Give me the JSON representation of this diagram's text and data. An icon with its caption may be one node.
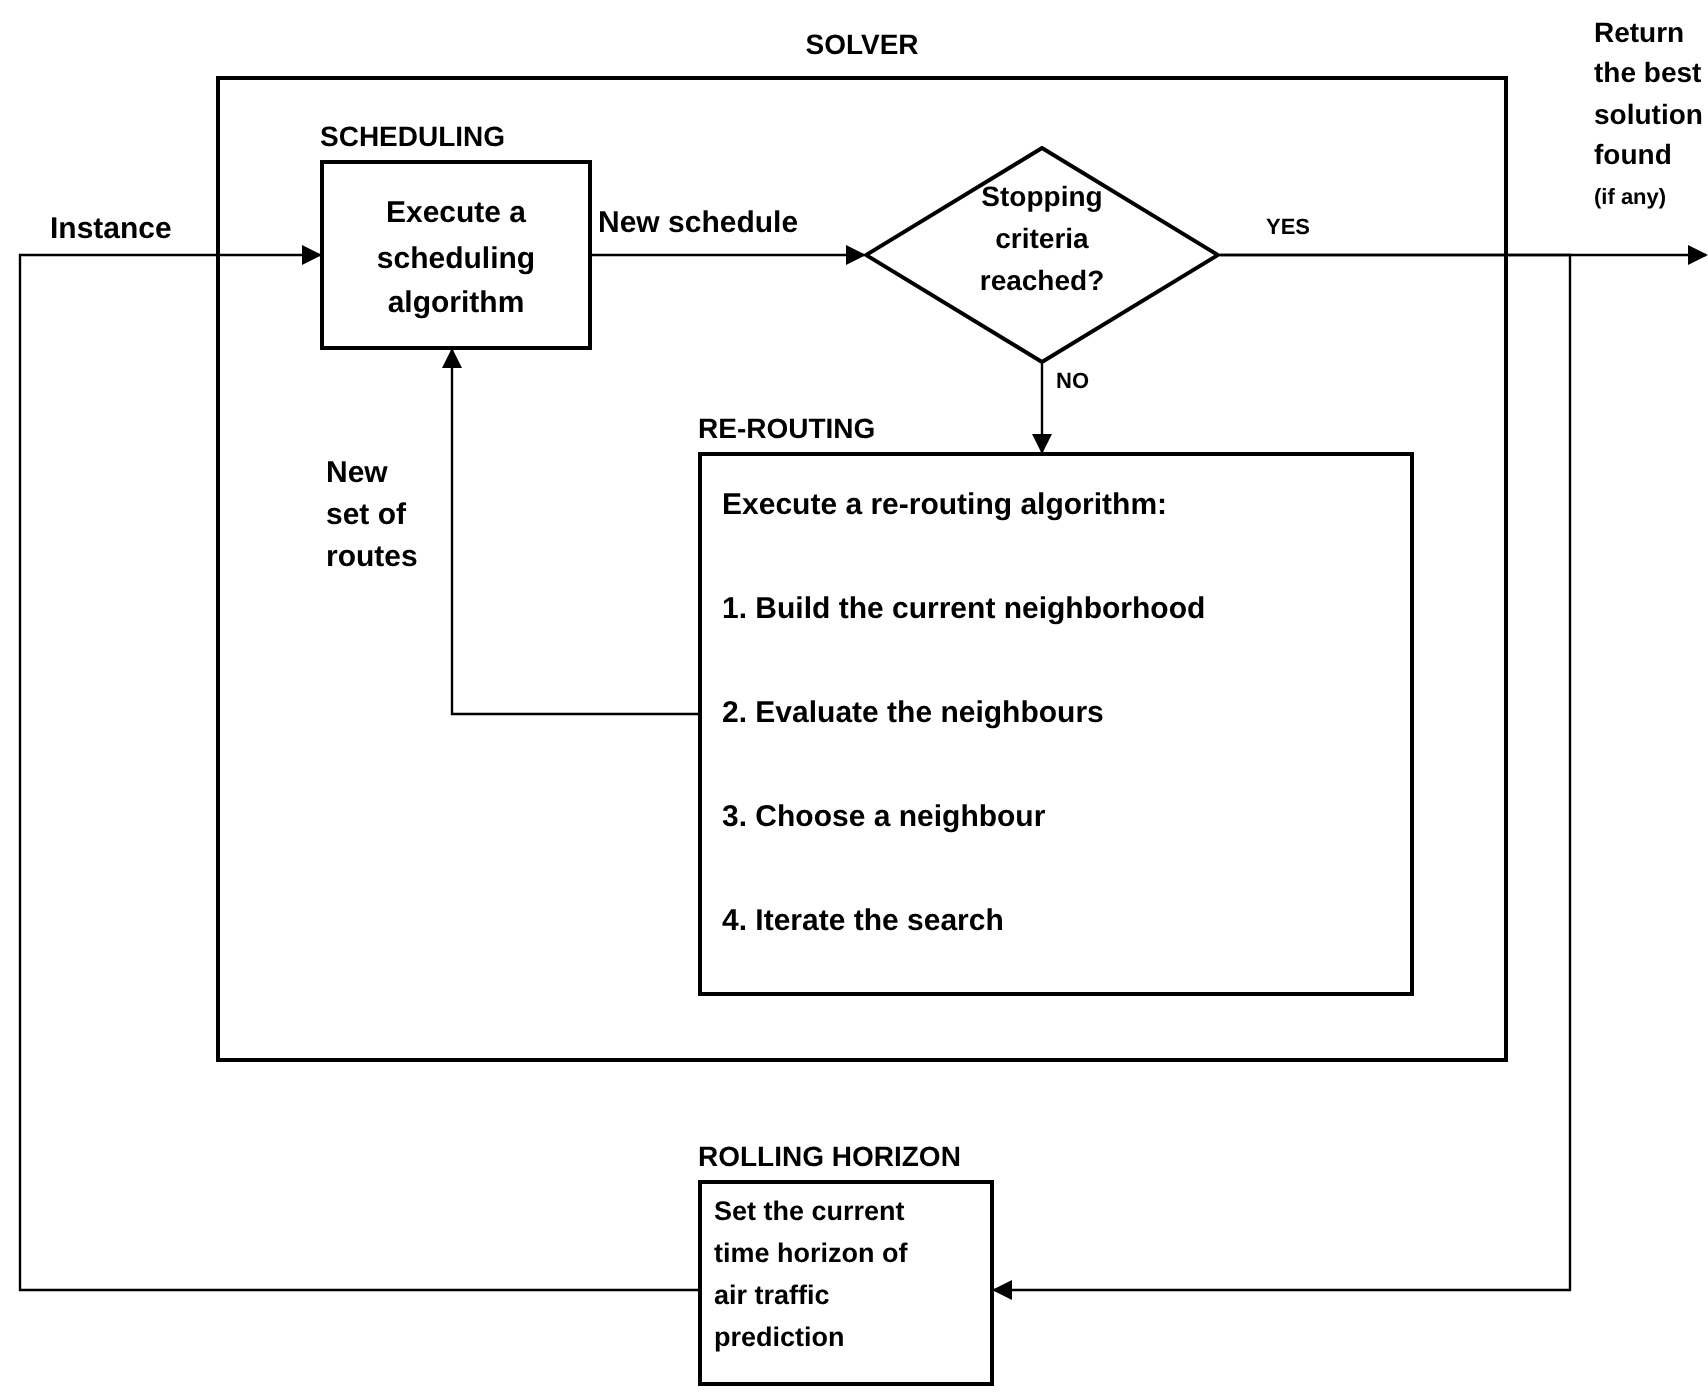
{
  "diagram": {
    "nodes": [
      {
        "text": [
          "SOLVER"
        ]
      },
      {
        "text": [
          "SCHEDULING",
          "Execute a scheduling algorithm"
        ],
        "in": 0
      },
      {
        "text": [
          "Stopping criteria reached?"
        ],
        "in": 0
      },
      {
        "text": [
          "RE-ROUTING",
          "Execute a re-routing algorithm:",
          "1. Build the current neighborhood",
          "2. Evaluate the neighbours",
          "3. Choose a neighbour",
          "4. Iterate the search"
        ],
        "in": 0
      },
      {
        "text": [
          "ROLLING HORIZON",
          "Set the current time horizon of air traffic prediction"
        ]
      }
    ],
    "edges": [
      {
        "from": 4,
        "to": 1,
        "arrow": "to",
        "label": "Instance"
      },
      {
        "from": 1,
        "to": 2,
        "arrow": "to",
        "label": "New schedule"
      },
      {
        "from": 2,
        "to": null,
        "arrow": "to",
        "label": "YES"
      },
      {
        "from": 2,
        "to": 4,
        "arrow": "to"
      },
      {
        "from": 2,
        "to": 3,
        "arrow": "to",
        "label": "NO"
      },
      {
        "from": 3,
        "to": 1,
        "arrow": "to",
        "label": "New set of routes"
      }
    ],
    "labels": [
      "Return the best solution found",
      "(if any)"
    ]
  }
}
